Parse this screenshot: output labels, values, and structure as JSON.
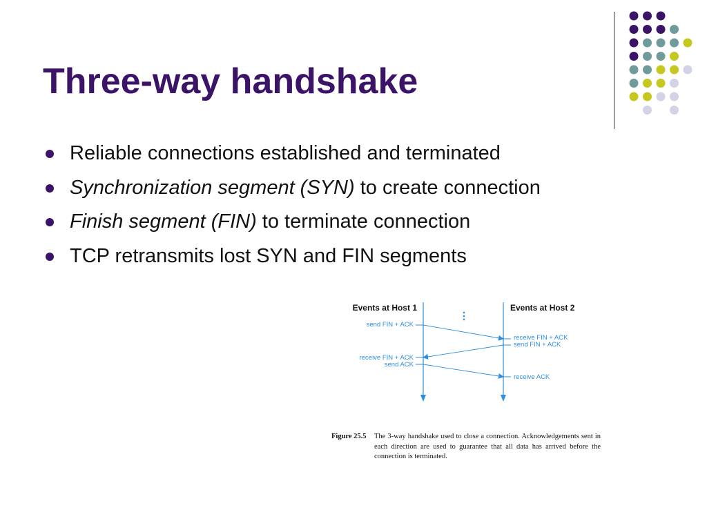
{
  "slide": {
    "title": "Three-way handshake",
    "bullets": [
      {
        "italic": "",
        "text": "Reliable connections established and terminated"
      },
      {
        "italic": "Synchronization segment (SYN)",
        "text": " to create connection"
      },
      {
        "italic": "Finish segment (FIN)",
        "text": " to terminate connection"
      },
      {
        "italic": "",
        "text": "TCP retransmits lost SYN and FIN segments"
      }
    ]
  },
  "figure": {
    "host1_label": "Events at Host 1",
    "host2_label": "Events at Host 2",
    "h1_send_fin_ack": "send FIN + ACK",
    "h1_receive_fin_ack": "receive FIN + ACK",
    "h1_send_ack": "send ACK",
    "h2_receive_fin_ack": "receive FIN + ACK",
    "h2_send_fin_ack": "send FIN + ACK",
    "h2_receive_ack": "receive ACK",
    "caption_label": "Figure 25.5",
    "caption_text": "The 3-way handshake used to close a connection. Acknowledgements sent in each direction are used to guarantee that all data has arrived before the connection is terminated."
  },
  "decor": {
    "colors": {
      "purple": "#3b1468",
      "teal": "#6f9b9b",
      "lime": "#c6c71f",
      "lavender": "#d3d3e6"
    },
    "dot_grid": [
      [
        "purple",
        "purple",
        "purple",
        "",
        ""
      ],
      [
        "purple",
        "purple",
        "purple",
        "teal",
        ""
      ],
      [
        "purple",
        "teal",
        "teal",
        "teal",
        "lime"
      ],
      [
        "purple",
        "teal",
        "teal",
        "lime",
        ""
      ],
      [
        "teal",
        "teal",
        "lime",
        "lime",
        "lavender"
      ],
      [
        "teal",
        "lime",
        "lime",
        "lavender",
        ""
      ],
      [
        "lime",
        "lime",
        "lavender",
        "lavender",
        ""
      ],
      [
        "",
        "lavender",
        "",
        "lavender",
        ""
      ]
    ]
  }
}
